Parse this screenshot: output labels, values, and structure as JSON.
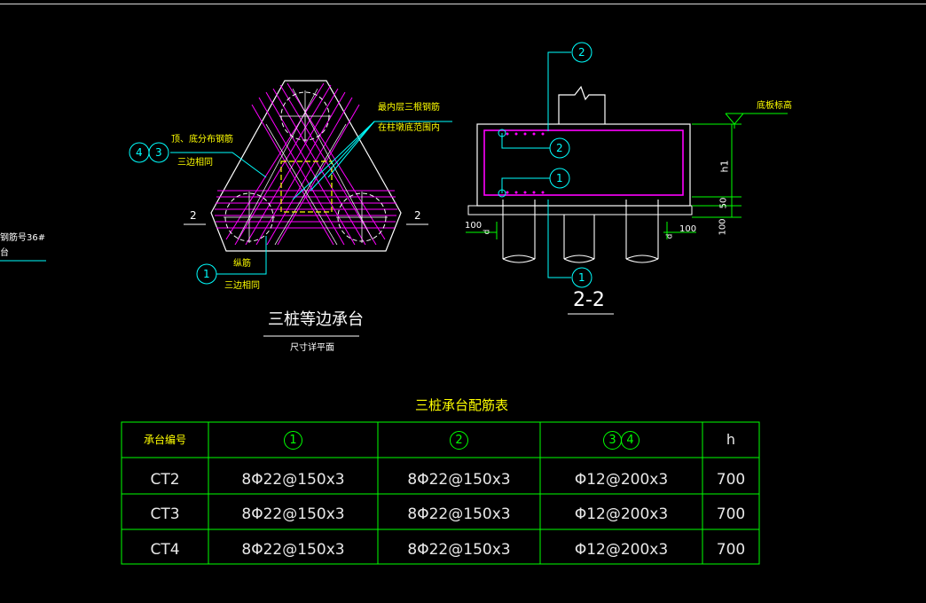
{
  "plan": {
    "title": "三桩等边承台",
    "subtitle": "尺寸详平面",
    "section_mark": "2",
    "callout_top_line1": "最内层三根钢筋",
    "callout_top_line2": "在柱墩底范围内",
    "callout_left_line1": "顶、底分布钢筋",
    "callout_left_line2": "三边相同",
    "callout_bottom_line1": "纵筋",
    "callout_bottom_line2": "三边相同",
    "bubble_4": "4",
    "bubble_3": "3",
    "bubble_1": "1",
    "left_cut_line1": "钢筋号36#",
    "left_cut_line2": "台"
  },
  "section": {
    "title": "2-2",
    "level_label": "底板标高",
    "dim_h1": "h1",
    "dim_50": "50",
    "dim_100_right": "100",
    "dim_100_left": "100",
    "dim_100_mid": "100",
    "small_d_left": "d",
    "small_d_right": "d",
    "bubble_2_top": "2",
    "bubble_2_mid": "2",
    "bubble_1_mid": "1",
    "bubble_1_bottom": "1"
  },
  "table": {
    "title": "三桩承台配筋表",
    "headers": {
      "id": "承台编号",
      "c1": "1",
      "c2": "2",
      "c3": "3",
      "c4": "4",
      "h": "h"
    },
    "rows": [
      {
        "id": "CT2",
        "c1": "8Φ22@150x3",
        "c2": "8Φ22@150x3",
        "c34": "Φ12@200x3",
        "h": "700"
      },
      {
        "id": "CT3",
        "c1": "8Φ22@150x3",
        "c2": "8Φ22@150x3",
        "c34": "Φ12@200x3",
        "h": "700"
      },
      {
        "id": "CT4",
        "c1": "8Φ22@150x3",
        "c2": "8Φ22@150x3",
        "c34": "Φ12@200x3",
        "h": "700"
      }
    ]
  },
  "colors": {
    "background": "#000000",
    "concrete": "#ffffff",
    "rebar": "#ff00ff",
    "leader": "#00ffff",
    "column": "#ffff00",
    "table_lines": "#00ff00",
    "text": "#ffff00"
  }
}
